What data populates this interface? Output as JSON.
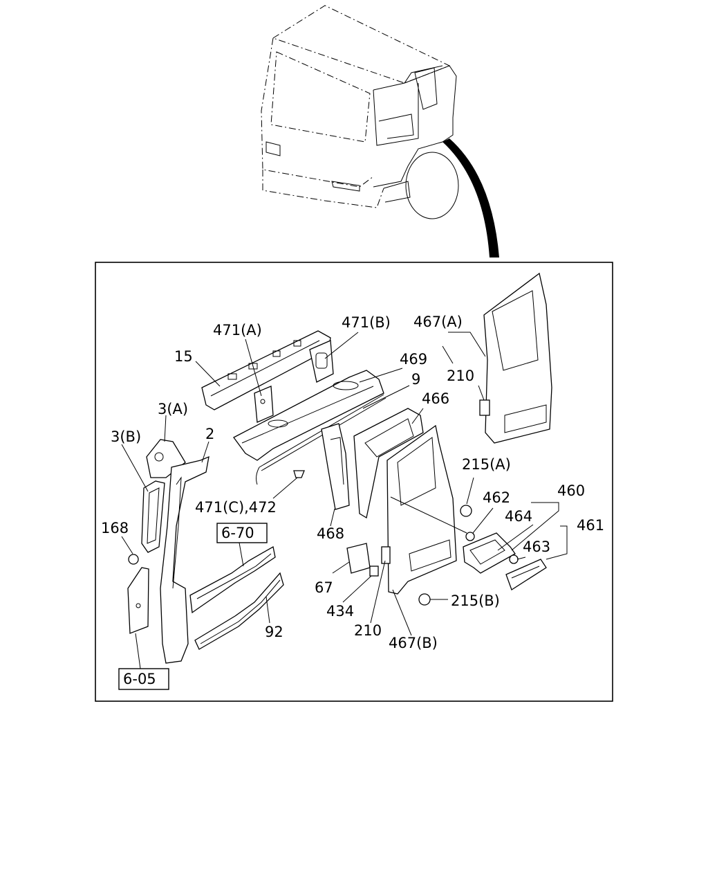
{
  "callouts": {
    "c15": "15",
    "c471a": "471(A)",
    "c471b": "471(B)",
    "c467a": "467(A)",
    "c469": "469",
    "c9": "9",
    "c210a": "210",
    "c466": "466",
    "c3a": "3(A)",
    "c3b": "3(B)",
    "c2": "2",
    "c215a": "215(A)",
    "c462": "462",
    "c460": "460",
    "c464": "464",
    "c461": "461",
    "c471c": "471(C),472",
    "c168": "168",
    "c468": "468",
    "c463": "463",
    "c67": "67",
    "c434": "434",
    "c215b": "215(B)",
    "c92": "92",
    "c210b": "210",
    "c467b": "467(B)"
  },
  "references": {
    "r670": "6-70",
    "r605": "6-05"
  }
}
